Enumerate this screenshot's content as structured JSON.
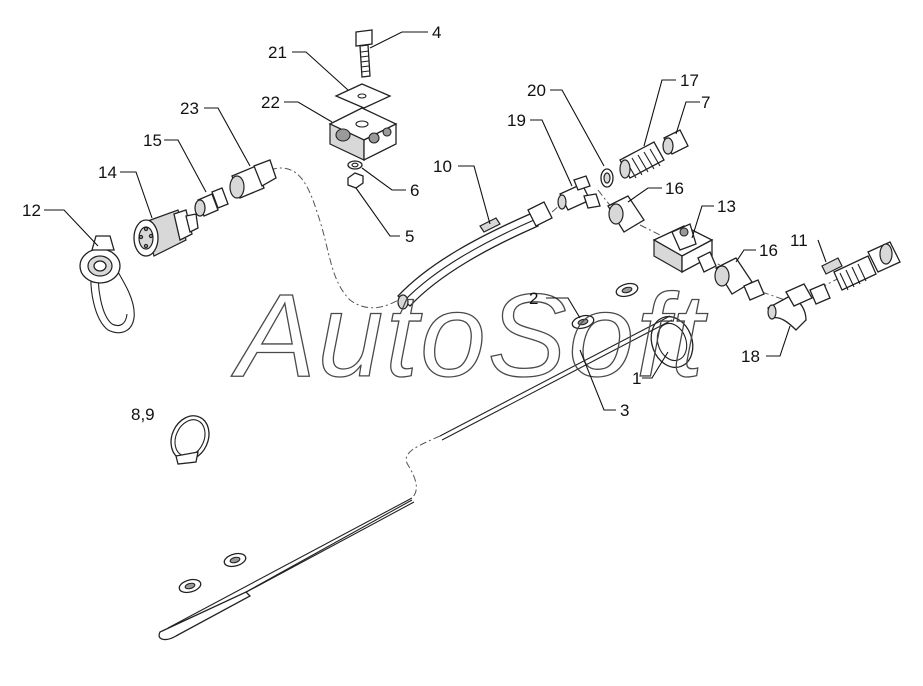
{
  "watermark": "AutoSoft",
  "callouts": [
    {
      "id": "c1",
      "label": "1"
    },
    {
      "id": "c2",
      "label": "2"
    },
    {
      "id": "c3",
      "label": "3"
    },
    {
      "id": "c4",
      "label": "4"
    },
    {
      "id": "c5",
      "label": "5"
    },
    {
      "id": "c6",
      "label": "6"
    },
    {
      "id": "c7",
      "label": "7"
    },
    {
      "id": "c89",
      "label": "8,9"
    },
    {
      "id": "c10",
      "label": "10"
    },
    {
      "id": "c11",
      "label": "11"
    },
    {
      "id": "c12",
      "label": "12"
    },
    {
      "id": "c13",
      "label": "13"
    },
    {
      "id": "c14",
      "label": "14"
    },
    {
      "id": "c15",
      "label": "15"
    },
    {
      "id": "c16a",
      "label": "16"
    },
    {
      "id": "c16b",
      "label": "16"
    },
    {
      "id": "c17",
      "label": "17"
    },
    {
      "id": "c18",
      "label": "18"
    },
    {
      "id": "c19",
      "label": "19"
    },
    {
      "id": "c20",
      "label": "20"
    },
    {
      "id": "c21",
      "label": "21"
    },
    {
      "id": "c22",
      "label": "22"
    },
    {
      "id": "c23",
      "label": "23"
    }
  ]
}
